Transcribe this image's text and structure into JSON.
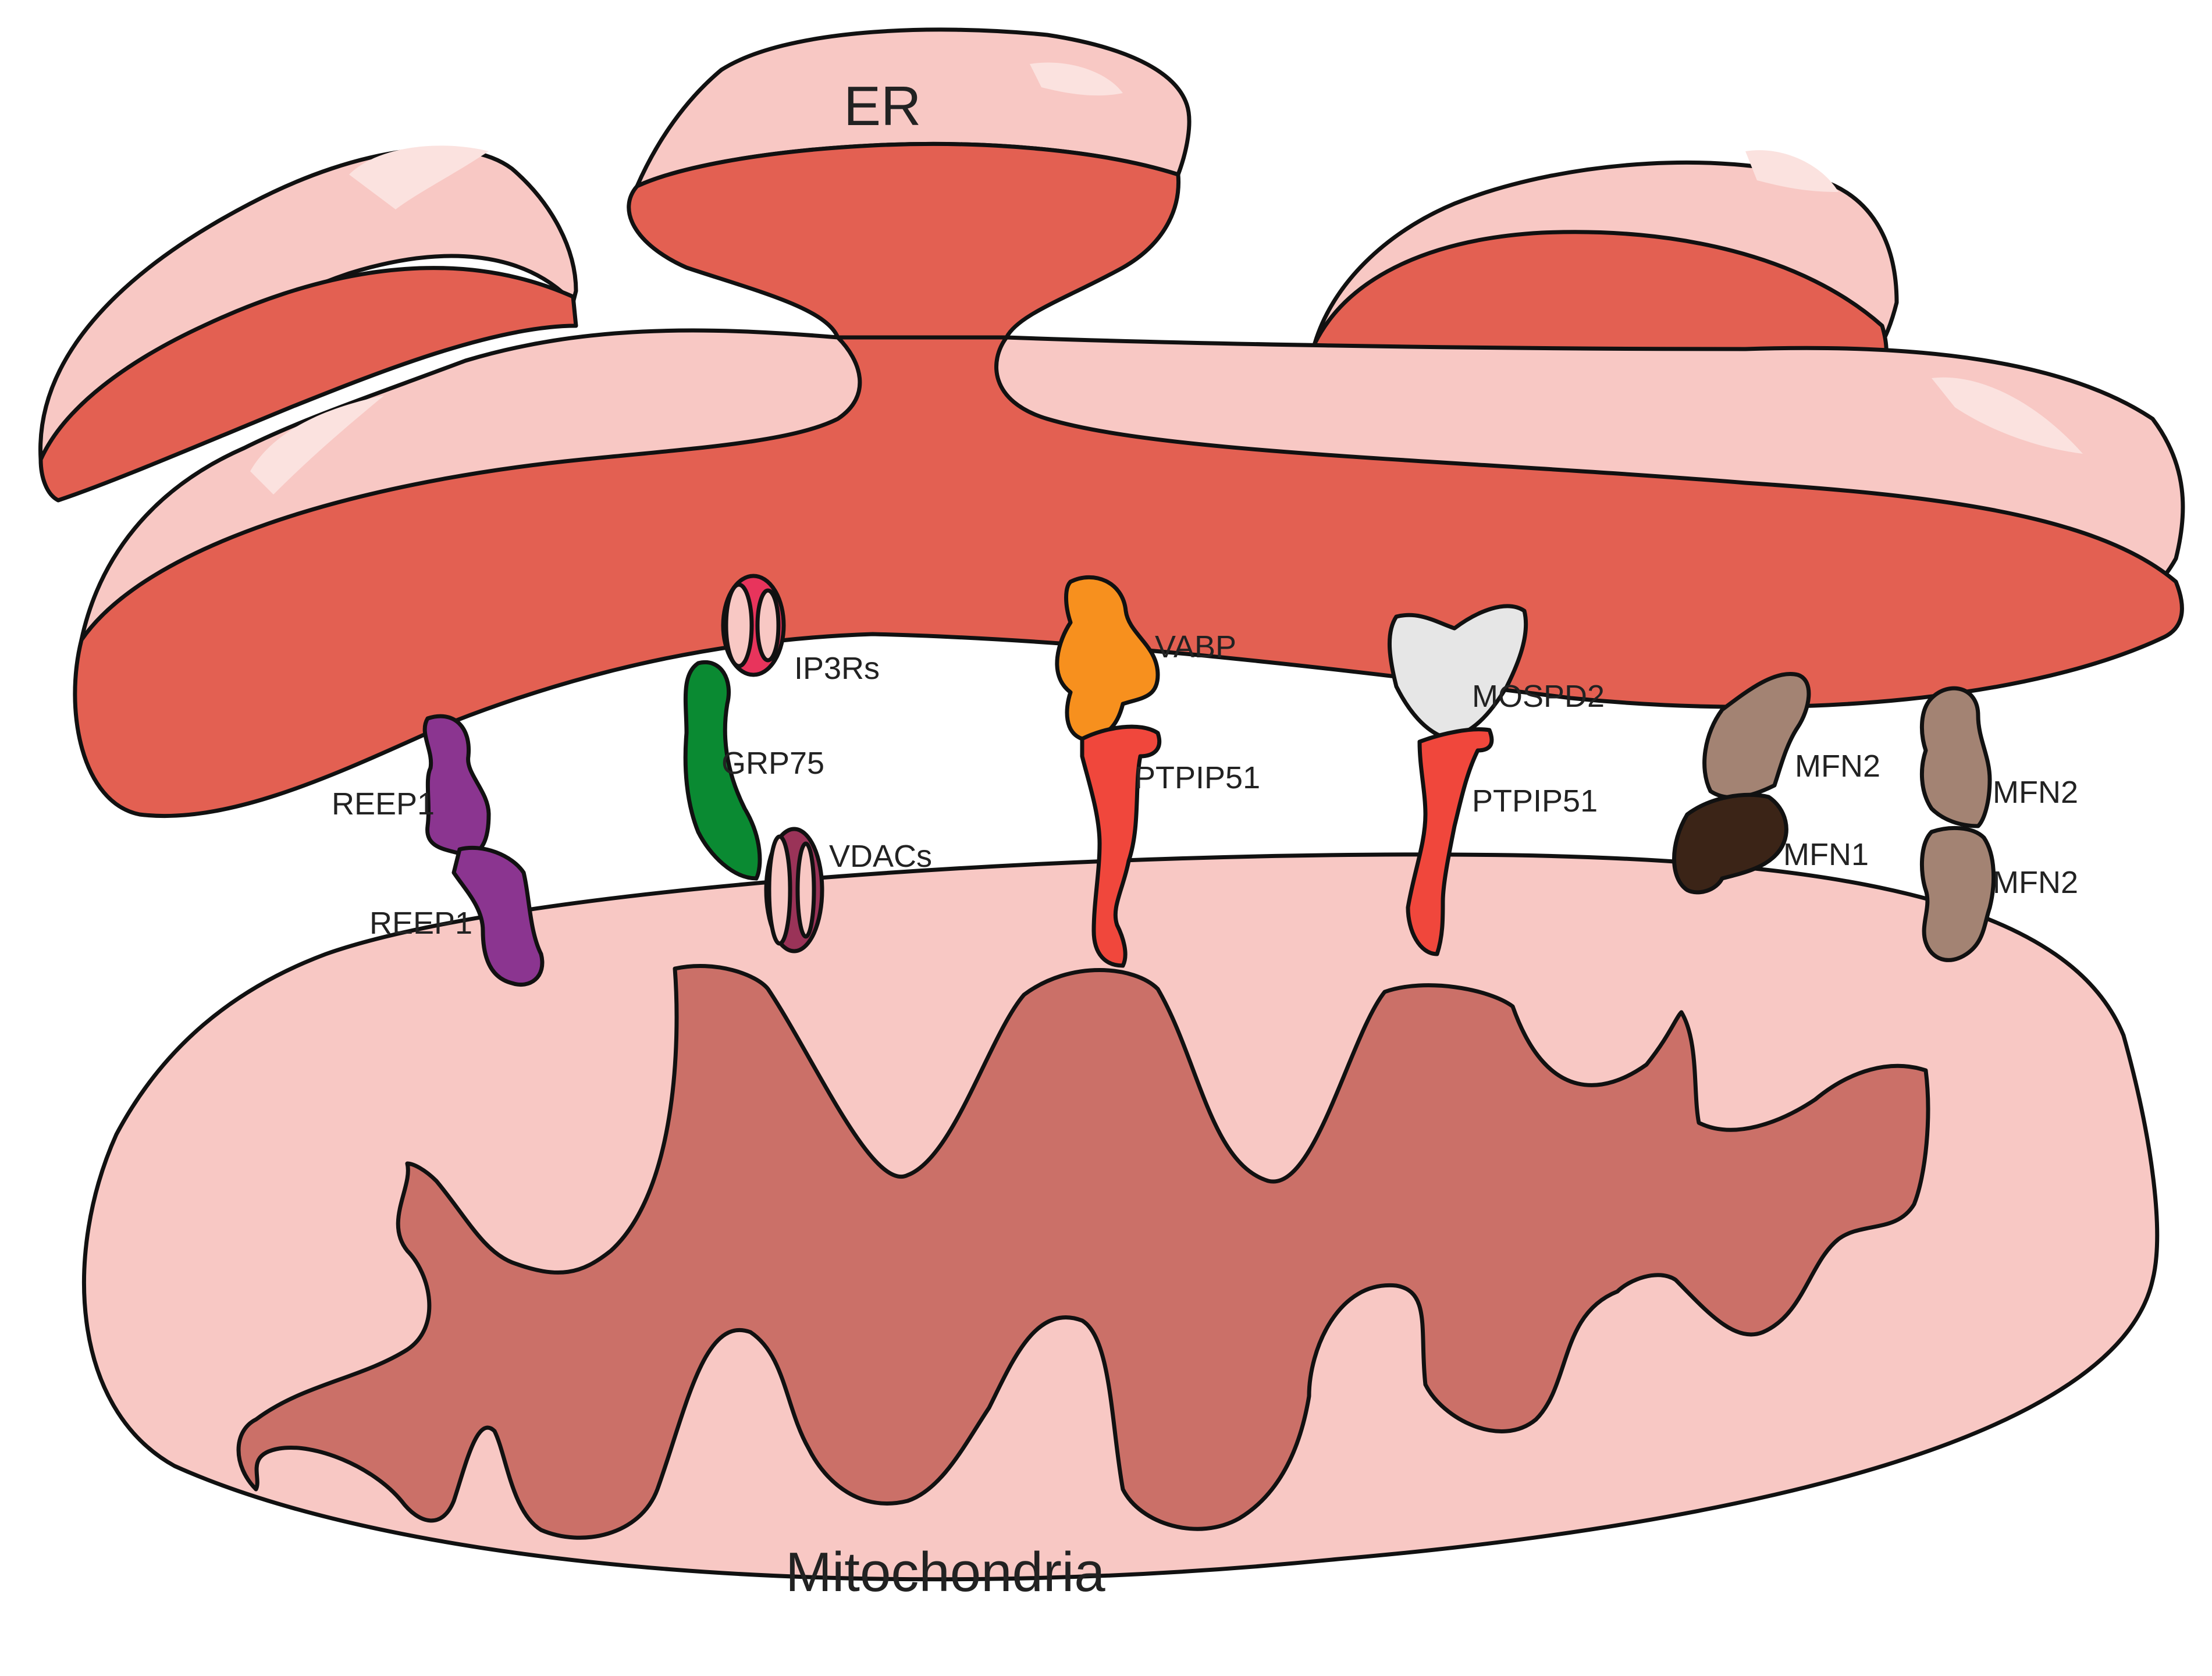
{
  "labels": {
    "er": "ER",
    "mitochondria": "Mitochondria",
    "reep1_upper": "REEP1",
    "reep1_lower": "REEP1",
    "ip3rs": "IP3Rs",
    "grp75": "GRP75",
    "vdacs": "VDACs",
    "vabp": "VABP",
    "ptpip51_a": "PTPIP51",
    "mospd2": "MOSPD2",
    "ptpip51_b": "PTPIP51",
    "mfn2_left": "MFN2",
    "mfn1": "MFN1",
    "mfn2_right_upper": "MFN2",
    "mfn2_right_lower": "MFN2"
  },
  "colors": {
    "er_light": "#f8c8c4",
    "er_dark": "#e36052",
    "mito_outer": "#f8c8c4",
    "mito_inner": "#cb7068",
    "reep1": "#8b3590",
    "ip3rs": "#e8345c",
    "grp75": "#0a8a32",
    "vdacs": "#9a3358",
    "vabp": "#f7901e",
    "ptpip51": "#f0473c",
    "mospd2": "#e6e6e6",
    "mfn2": "#a38373",
    "mfn1": "#3b2417"
  }
}
